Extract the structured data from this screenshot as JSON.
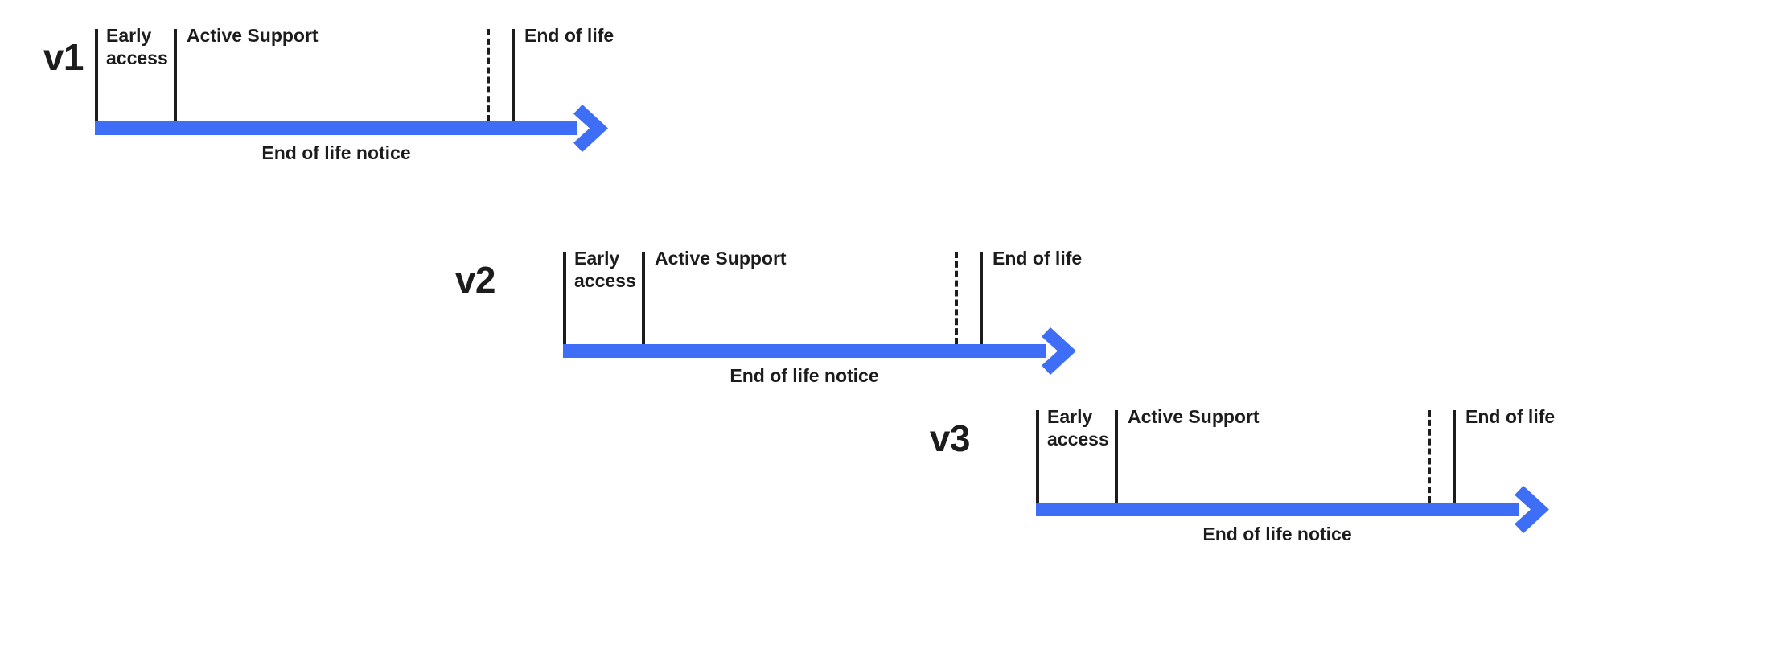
{
  "diagram": {
    "title": "Version lifecycle timeline",
    "accent_color": "#3d6ef5",
    "text_color": "#1c1c1c",
    "background_color": "#ffffff",
    "arrow_icon_name": "arrow-right-icon"
  },
  "rows": [
    {
      "version": "v1",
      "phases": [
        {
          "label": "Early\naccess"
        },
        {
          "label": "Active Support"
        },
        {
          "label": "End of life"
        }
      ],
      "notice": "End of life notice"
    },
    {
      "version": "v2",
      "phases": [
        {
          "label": "Early\naccess"
        },
        {
          "label": "Active Support"
        },
        {
          "label": "End of life"
        }
      ],
      "notice": "End of life notice"
    },
    {
      "version": "v3",
      "phases": [
        {
          "label": "Early\naccess"
        },
        {
          "label": "Active Support"
        },
        {
          "label": "End of life"
        }
      ],
      "notice": "End of life notice"
    }
  ]
}
